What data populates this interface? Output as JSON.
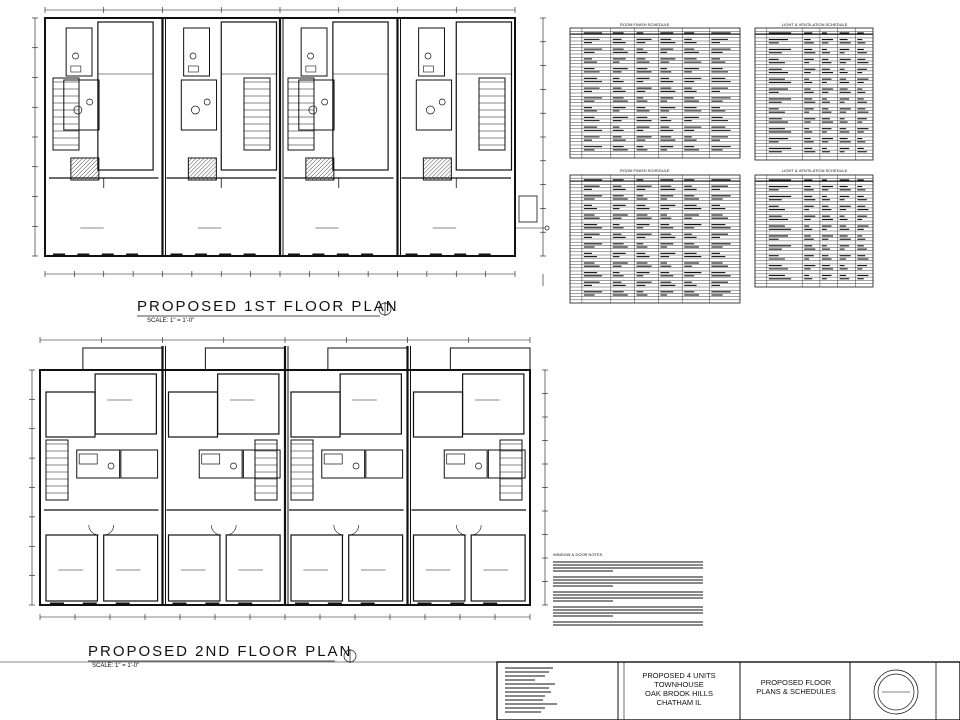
{
  "plans": {
    "first_floor": {
      "title": "PROPOSED 1ST FLOOR PLAN",
      "scale": "SCALE: 1\" = 1'-0\""
    },
    "second_floor": {
      "title": "PROPOSED 2ND FLOOR PLAN",
      "scale": "SCALE: 1\" = 1'-0\""
    }
  },
  "title_block": {
    "project_lines": [
      "PROPOSED 4 UNITS",
      "TOWNHOUSE",
      "OAK BROOK HILLS",
      "CHATHAM IL"
    ],
    "sheet_lines": [
      "PROPOSED FLOOR",
      "PLANS & SCHEDULES"
    ]
  },
  "schedules": {
    "room_finish": "ROOM FINISH SCHEDULE",
    "light_vent": "LIGHT & VENTILATION SCHEDULE"
  },
  "notes_heading": "WINDOW & DOOR NOTES"
}
